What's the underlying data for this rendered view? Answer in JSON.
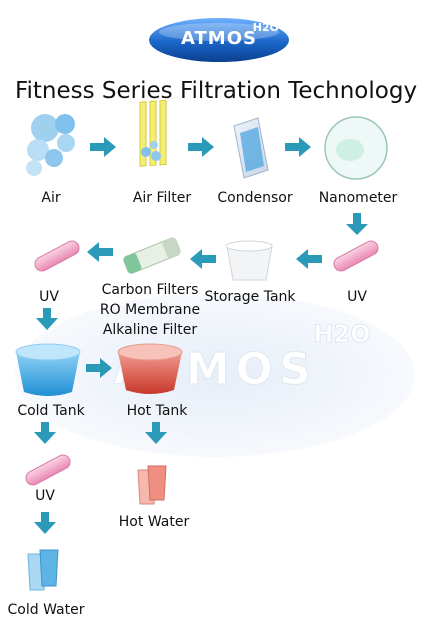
{
  "logo": {
    "brand": "ATMOS",
    "suffix": "H2O"
  },
  "title": "Fitness Series Filtration Technology",
  "watermark": {
    "brand": "ATMOS",
    "suffix": "H2O"
  },
  "stages": {
    "air": "Air",
    "air_filter": "Air Filter",
    "condensor": "Condensor",
    "nanometer": "Nanometer",
    "uv1": "UV",
    "storage_tank": "Storage Tank",
    "filters": [
      "Carbon Filters",
      "RO Membrane",
      "Alkaline Filter"
    ],
    "uv2": "UV",
    "cold_tank": "Cold Tank",
    "hot_tank": "Hot Tank",
    "uv3": "UV",
    "hot_water": "Hot Water",
    "cold_water": "Cold Water"
  },
  "colors": {
    "arrow": "#2a9ab8",
    "cold": "#3ba7dd",
    "hot": "#d9574a",
    "uv_tube": "#f0a7c6",
    "logo": "#1a66c8"
  }
}
